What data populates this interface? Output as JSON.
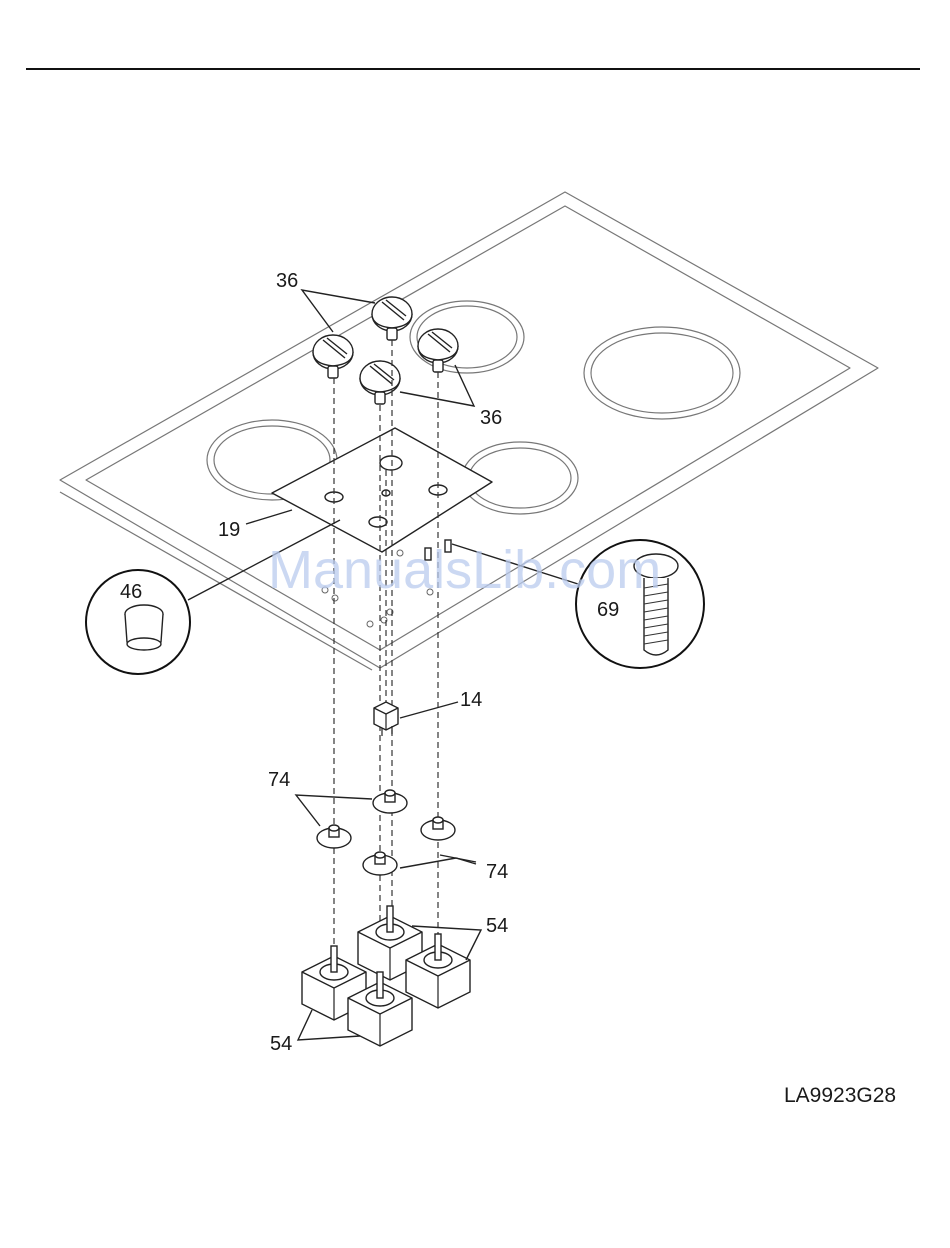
{
  "drawing_code": "LA9923G28",
  "watermark": "ManualsLib.com",
  "callouts": {
    "knobs_top": "36",
    "knobs_right": "36",
    "panel": "19",
    "plug": "46",
    "screw": "69",
    "switch": "14",
    "bezel_left": "74",
    "bezel_right": "74",
    "valves_right": "54",
    "valves_left": "54"
  }
}
